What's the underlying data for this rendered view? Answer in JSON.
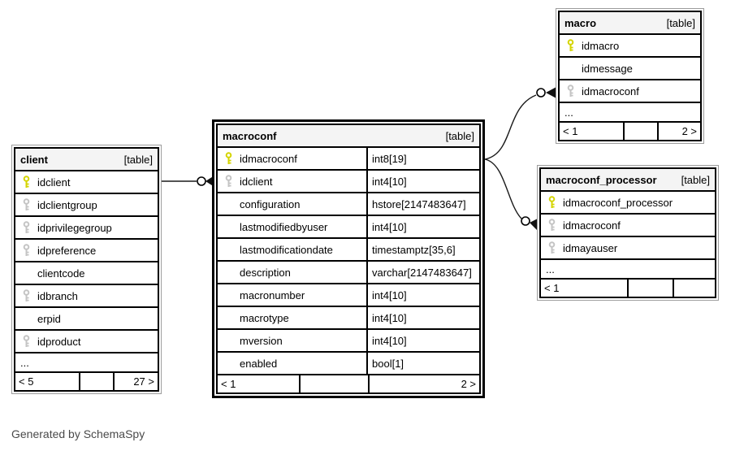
{
  "note": "Generated by SchemaSpy",
  "colors": {
    "pk_key": "#d4d400",
    "fk_key": "#c4c4c4",
    "header_bg": "#f4f4f4",
    "cell_border": "#000000",
    "outer_border": "#9c9c9c",
    "connector": "#1a1a1a",
    "note_text": "#4a4a4a"
  },
  "tables": [
    {
      "id": "client",
      "title": "client",
      "tag": "[table]",
      "emphasized": false,
      "has_types": false,
      "columns": [
        {
          "name": "idclient",
          "key": "pk"
        },
        {
          "name": "idclientgroup",
          "key": "fk"
        },
        {
          "name": "idprivilegegroup",
          "key": "fk"
        },
        {
          "name": "idpreference",
          "key": "fk"
        },
        {
          "name": "clientcode",
          "key": ""
        },
        {
          "name": "idbranch",
          "key": "fk"
        },
        {
          "name": "erpid",
          "key": ""
        },
        {
          "name": "idproduct",
          "key": "fk"
        }
      ],
      "ellipsis": "...",
      "footer": {
        "left": "< 5",
        "middle": "",
        "right": "27 >"
      }
    },
    {
      "id": "macroconf",
      "title": "macroconf",
      "tag": "[table]",
      "emphasized": true,
      "has_types": true,
      "columns": [
        {
          "name": "idmacroconf",
          "type": "int8[19]",
          "key": "pk"
        },
        {
          "name": "idclient",
          "type": "int4[10]",
          "key": "fk"
        },
        {
          "name": "configuration",
          "type": "hstore[2147483647]",
          "key": ""
        },
        {
          "name": "lastmodifiedbyuser",
          "type": "int4[10]",
          "key": ""
        },
        {
          "name": "lastmodificationdate",
          "type": "timestamptz[35,6]",
          "key": ""
        },
        {
          "name": "description",
          "type": "varchar[2147483647]",
          "key": ""
        },
        {
          "name": "macronumber",
          "type": "int4[10]",
          "key": ""
        },
        {
          "name": "macrotype",
          "type": "int4[10]",
          "key": ""
        },
        {
          "name": "mversion",
          "type": "int4[10]",
          "key": ""
        },
        {
          "name": "enabled",
          "type": "bool[1]",
          "key": ""
        }
      ],
      "ellipsis": "",
      "footer": {
        "left": "< 1",
        "middle": "",
        "right": "2 >"
      }
    },
    {
      "id": "macro",
      "title": "macro",
      "tag": "[table]",
      "emphasized": false,
      "has_types": false,
      "columns": [
        {
          "name": "idmacro",
          "key": "pk"
        },
        {
          "name": "idmessage",
          "key": ""
        },
        {
          "name": "idmacroconf",
          "key": "fk"
        }
      ],
      "ellipsis": "...",
      "footer": {
        "left": "< 1",
        "middle": "",
        "right": "2 >"
      }
    },
    {
      "id": "macroconf_processor",
      "title": "macroconf_processor",
      "tag": "[table]",
      "emphasized": false,
      "has_types": false,
      "columns": [
        {
          "name": "idmacroconf_processor",
          "key": "pk"
        },
        {
          "name": "idmacroconf",
          "key": "fk"
        },
        {
          "name": "idmayauser",
          "key": "fk"
        }
      ],
      "ellipsis": "...",
      "footer": {
        "left": "< 1",
        "middle": "",
        "right": ""
      }
    }
  ],
  "relationships": [
    {
      "from": "client.idclient",
      "to": "macroconf.idclient"
    },
    {
      "from": "macroconf.idmacroconf",
      "to": "macro.idmacroconf"
    },
    {
      "from": "macroconf.idmacroconf",
      "to": "macroconf_processor.idmacroconf"
    }
  ]
}
